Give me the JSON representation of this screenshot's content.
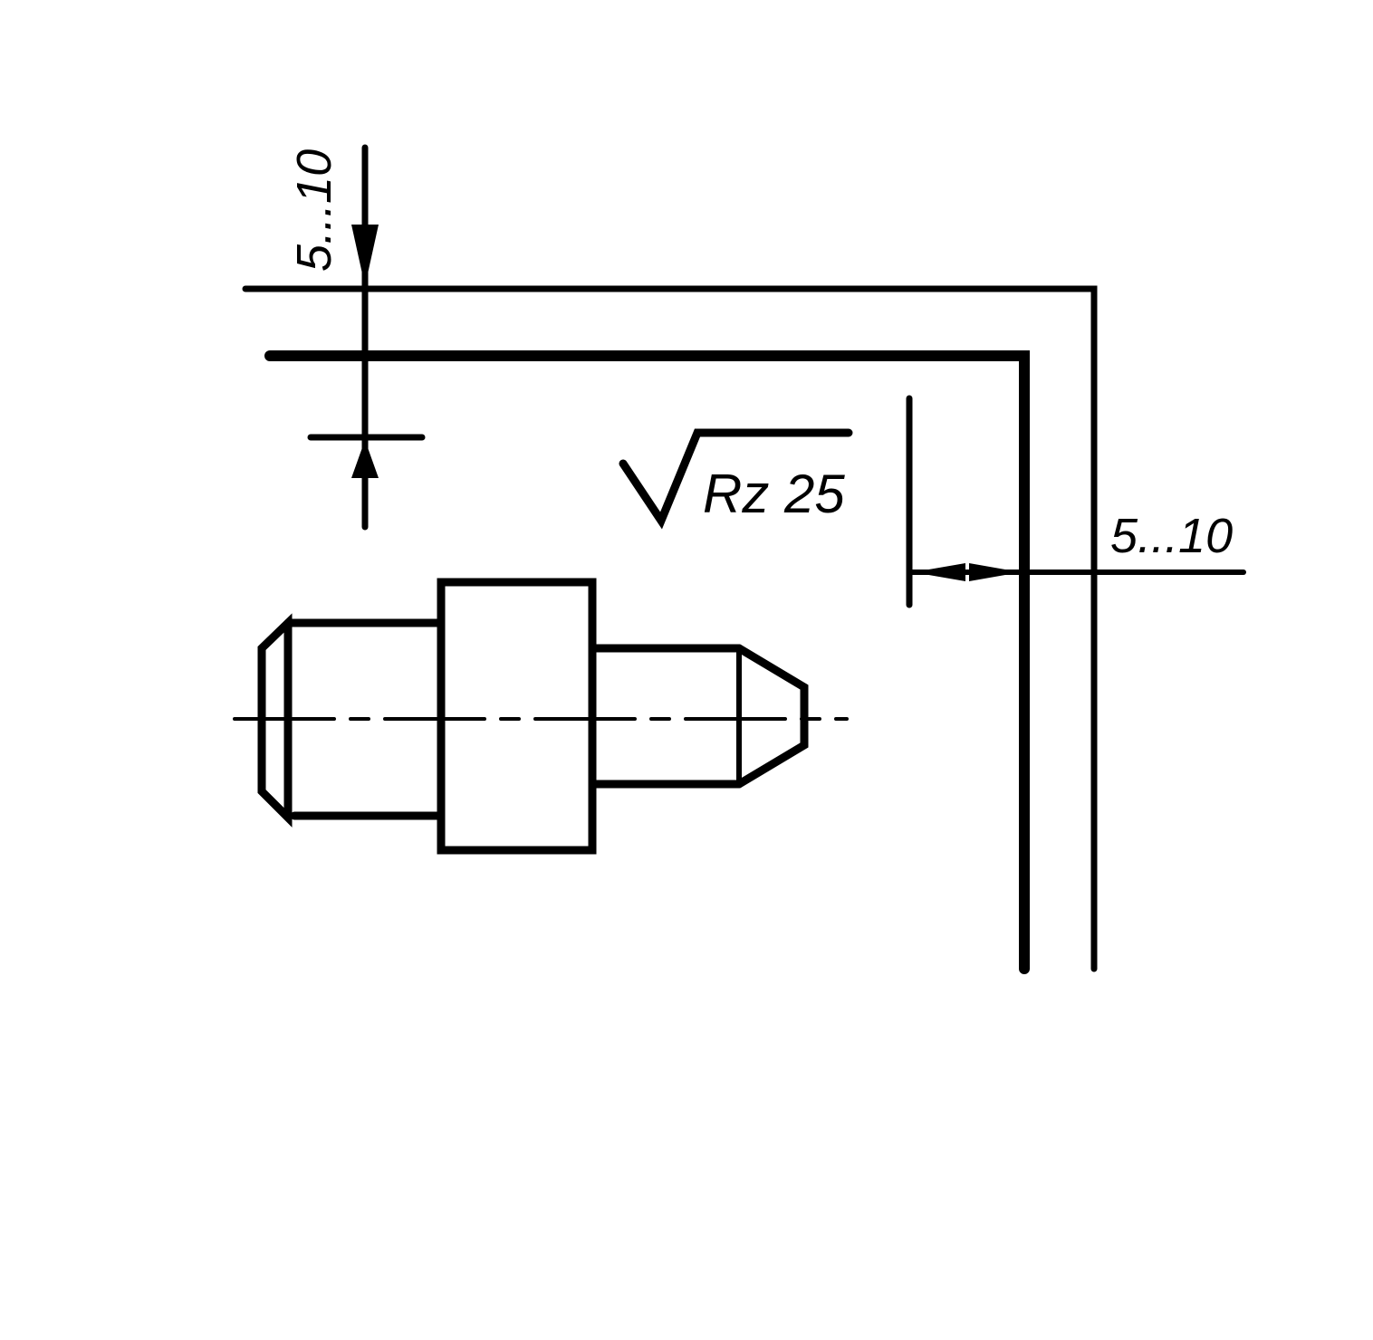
{
  "drawing": {
    "line_color": "#000000",
    "background_color": "#ffffff",
    "dimensions": {
      "vertical_offset_label": "5...10",
      "horizontal_offset_label": "5...10"
    },
    "roughness": {
      "label": "Rz 25"
    }
  }
}
